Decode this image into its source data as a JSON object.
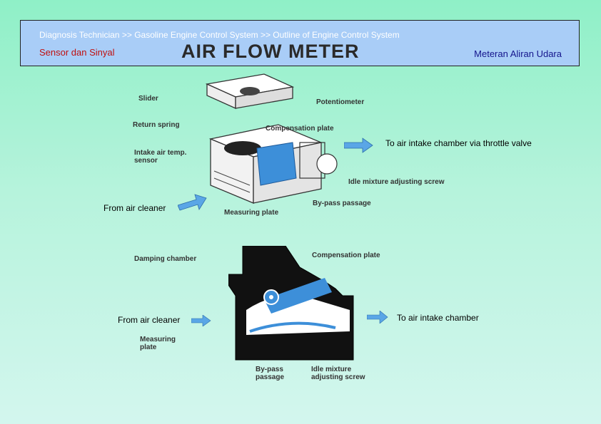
{
  "header": {
    "breadcrumb": "Diagnosis Technician >> Gasoline Engine Control System >> Outline of Engine Control System",
    "subtitle_left": "Sensor dan Sinyal",
    "title": "AIR FLOW METER",
    "subtitle_right": "Meteran Aliran Udara"
  },
  "top_diagram": {
    "callouts": {
      "slider": "Slider",
      "potentiometer": "Potentiometer",
      "return_spring": "Return spring",
      "compensation_plate": "Compensation plate",
      "intake_sensor_line1": "Intake air temp.",
      "intake_sensor_line2": "sensor",
      "idle_screw": "Idle mixture adjusting screw",
      "bypass": "By-pass passage",
      "measuring_plate": "Measuring plate"
    },
    "to_intake": "To air intake chamber via throttle valve",
    "from_cleaner": "From air cleaner"
  },
  "bottom_diagram": {
    "callouts": {
      "damping_chamber": "Damping chamber",
      "compensation_plate": "Compensation plate",
      "measuring_line1": "Measuring",
      "measuring_line2": "plate",
      "bypass_line1": "By-pass",
      "bypass_line2": "passage",
      "idle_line1": "Idle mixture",
      "idle_line2": "adjusting screw"
    },
    "from_cleaner": "From air cleaner",
    "to_intake": "To air intake chamber"
  },
  "colors": {
    "header_bg": "#a9cdf7",
    "accent_red": "#c0100f",
    "accent_navy": "#14148c",
    "flow_blue": "#3d8fd9"
  }
}
